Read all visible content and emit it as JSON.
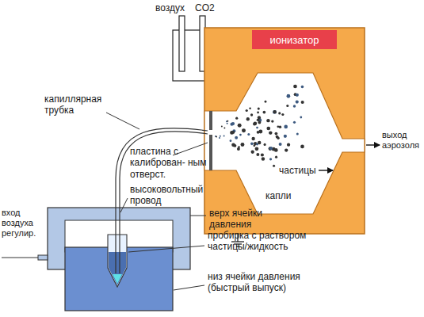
{
  "diagram": {
    "nodes": [
      {
        "text": [
          "ионизатор"
        ]
      }
    ],
    "labels": [
      "воздух",
      "CO2",
      "выход аэрозоля",
      "капиллярная трубка",
      "пластина с калиброван- ным отверст.",
      "частицы",
      "капли",
      "высоковольтный провод",
      "вход воздуха регулир.",
      "верх ячейки давления",
      "пробирка с раствором частицы/жидкость",
      "низ ячейки давления (быстрый выпуск)"
    ]
  }
}
